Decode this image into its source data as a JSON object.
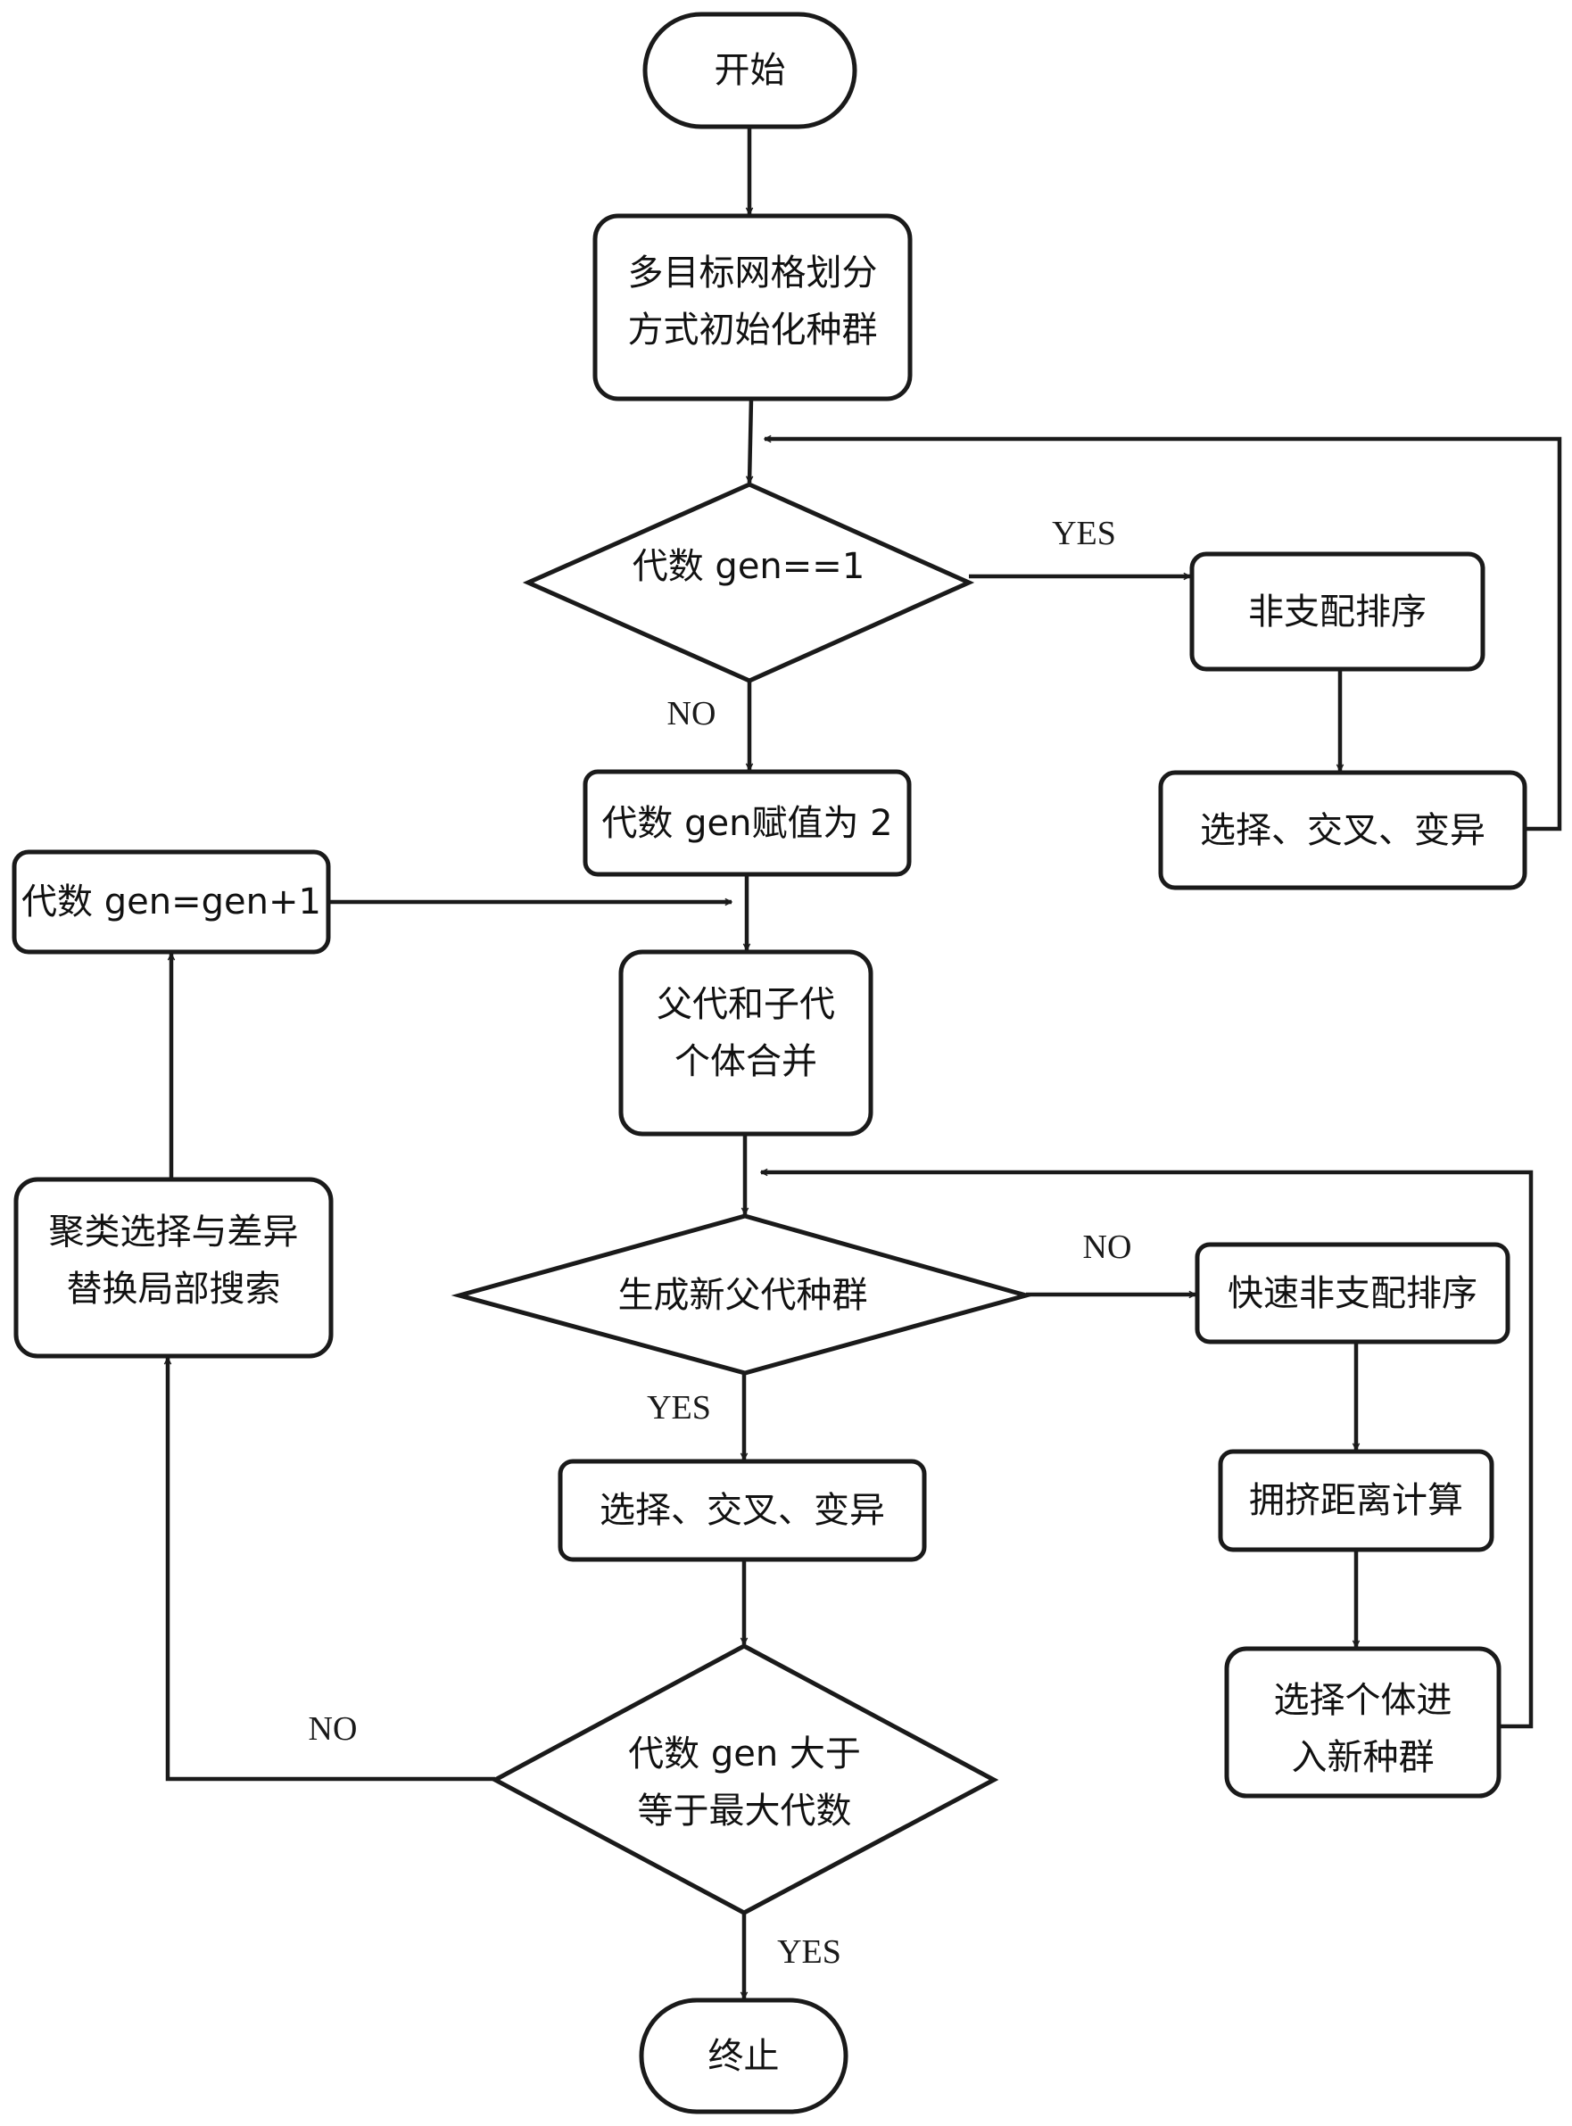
{
  "diagram": {
    "type": "flowchart",
    "nodes": {
      "start": {
        "shape": "terminal",
        "lines": [
          "开始"
        ]
      },
      "init": {
        "shape": "process",
        "lines": [
          "多目标网格划分",
          "方式初始化种群"
        ]
      },
      "check_gen1": {
        "shape": "decision",
        "lines": [
          "代数 gen==1"
        ]
      },
      "nd_sort": {
        "shape": "process",
        "lines": [
          "非支配排序"
        ]
      },
      "sel_cross_mut_1": {
        "shape": "process",
        "lines": [
          "选择、交叉、变异"
        ]
      },
      "set_gen2": {
        "shape": "process",
        "lines": [
          "代数 gen赋值为 2"
        ]
      },
      "gen_increment": {
        "shape": "process",
        "lines": [
          "代数 gen=gen+1"
        ]
      },
      "merge": {
        "shape": "process",
        "lines": [
          "父代和子代",
          "个体合并"
        ]
      },
      "cluster_search": {
        "shape": "process",
        "lines": [
          "聚类选择与差异",
          "替换局部搜索"
        ]
      },
      "new_parent_pop": {
        "shape": "decision",
        "lines": [
          "生成新父代种群"
        ]
      },
      "fast_nd_sort": {
        "shape": "process",
        "lines": [
          "快速非支配排序"
        ]
      },
      "crowding": {
        "shape": "process",
        "lines": [
          "拥挤距离计算"
        ]
      },
      "select_into_pop": {
        "shape": "process",
        "lines": [
          "选择个体进",
          "入新种群"
        ]
      },
      "sel_cross_mut_2": {
        "shape": "process",
        "lines": [
          "选择、交叉、变异"
        ]
      },
      "check_max_gen": {
        "shape": "decision",
        "lines": [
          "代数 gen 大于",
          "等于最大代数"
        ]
      },
      "end": {
        "shape": "terminal",
        "lines": [
          "终止"
        ]
      }
    },
    "edges": [
      {
        "from": "start",
        "to": "init",
        "label": ""
      },
      {
        "from": "init",
        "to": "check_gen1",
        "label": ""
      },
      {
        "from": "check_gen1",
        "to": "nd_sort",
        "label": "YES"
      },
      {
        "from": "nd_sort",
        "to": "sel_cross_mut_1",
        "label": ""
      },
      {
        "from": "sel_cross_mut_1",
        "to": "check_gen1",
        "label": ""
      },
      {
        "from": "check_gen1",
        "to": "set_gen2",
        "label": "NO"
      },
      {
        "from": "set_gen2",
        "to": "merge",
        "label": ""
      },
      {
        "from": "gen_increment",
        "to": "merge",
        "label": ""
      },
      {
        "from": "merge",
        "to": "new_parent_pop",
        "label": ""
      },
      {
        "from": "new_parent_pop",
        "to": "fast_nd_sort",
        "label": "NO"
      },
      {
        "from": "fast_nd_sort",
        "to": "crowding",
        "label": ""
      },
      {
        "from": "crowding",
        "to": "select_into_pop",
        "label": ""
      },
      {
        "from": "select_into_pop",
        "to": "new_parent_pop",
        "label": ""
      },
      {
        "from": "new_parent_pop",
        "to": "sel_cross_mut_2",
        "label": "YES"
      },
      {
        "from": "sel_cross_mut_2",
        "to": "check_max_gen",
        "label": ""
      },
      {
        "from": "check_max_gen",
        "to": "cluster_search",
        "label": "NO"
      },
      {
        "from": "cluster_search",
        "to": "gen_increment",
        "label": ""
      },
      {
        "from": "check_max_gen",
        "to": "end",
        "label": "YES"
      }
    ],
    "labels": {
      "gen1_yes": "YES",
      "gen1_no": "NO",
      "newpop_no": "NO",
      "newpop_yes": "YES",
      "maxgen_no": "NO",
      "maxgen_yes": "YES"
    }
  }
}
